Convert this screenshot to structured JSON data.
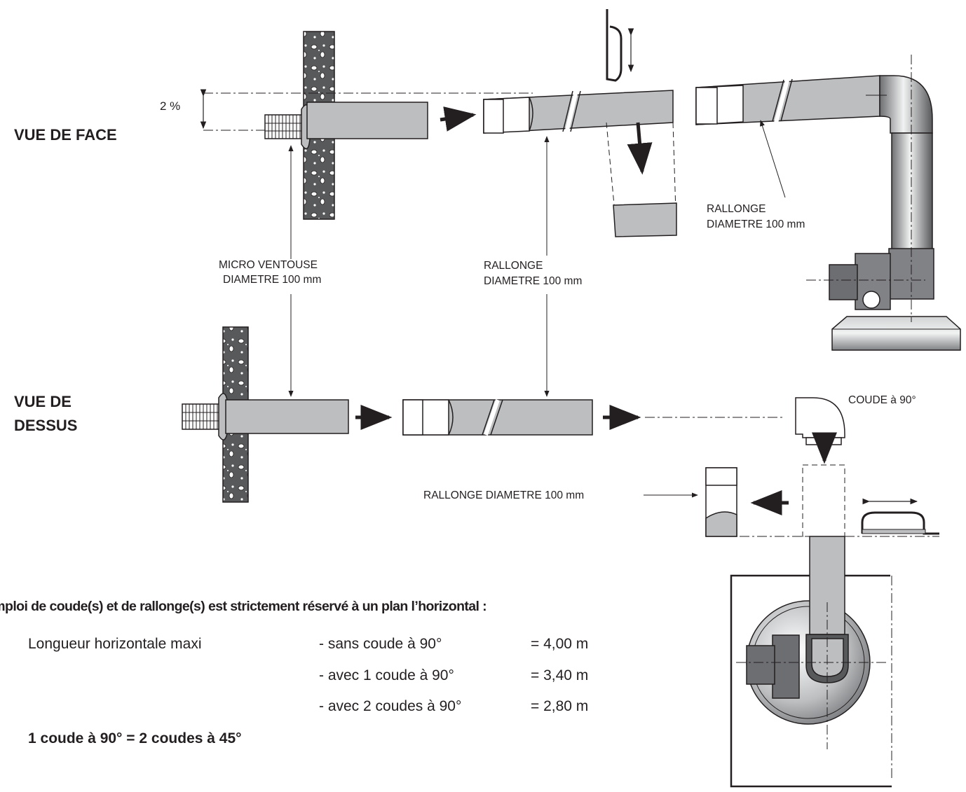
{
  "views": {
    "front": "VUE DE FACE",
    "top_line1": "VUE DE",
    "top_line2": "DESSUS"
  },
  "slope_label": "2 %",
  "labels": {
    "micro_ventouse_1": "MICRO VENTOUSE",
    "micro_ventouse_2": "DIAMETRE 100 mm",
    "rallonge_mid_1": "RALLONGE",
    "rallonge_mid_2": "DIAMETRE 100 mm",
    "rallonge_right_1": "RALLONGE",
    "rallonge_right_2": "DIAMETRE 100 mm",
    "coude": "COUDE à 90°",
    "rallonge_bottom": "RALLONGE DIAMETRE 100 mm"
  },
  "rules": {
    "heading": "L’emploi de coude(s) et de rallonge(s) est strictement réservé à un plan l’horizontal :",
    "label": "Longueur horizontale maxi",
    "rows": [
      {
        "condition": "- sans coude à 90°",
        "value": "= 4,00 m"
      },
      {
        "condition": "- avec 1 coude à 90°",
        "value": "= 3,40 m"
      },
      {
        "condition": "- avec 2 coudes à 90°",
        "value": "= 2,80 m"
      }
    ],
    "equivalence": "1 coude à 90° = 2 coudes à 45°"
  }
}
